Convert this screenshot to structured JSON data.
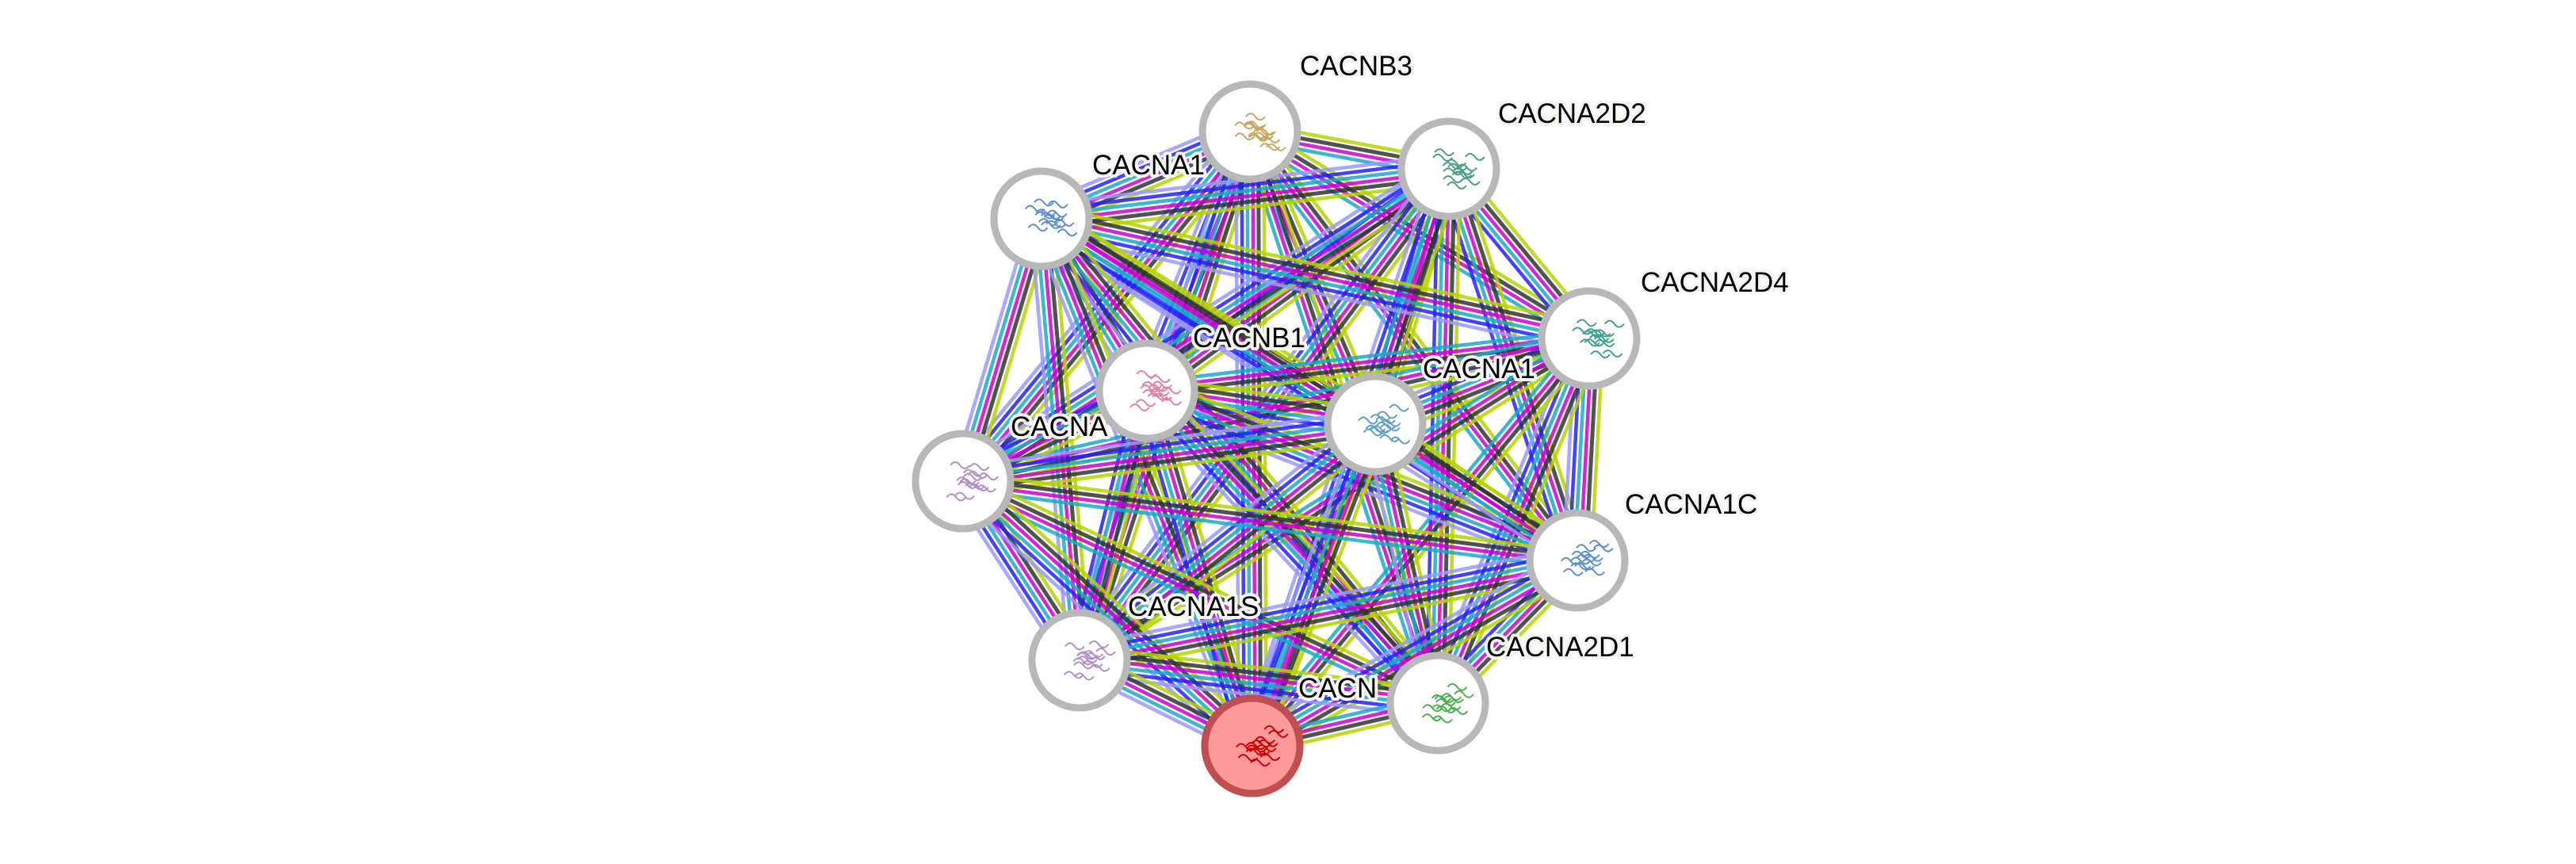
{
  "network": {
    "query_protein": "CACN",
    "nodes": [
      {
        "id": "CACNB3",
        "label": "CACNB3",
        "glyph_color": "#c8a860",
        "query": false
      },
      {
        "id": "CACNA2D2",
        "label": "CACNA2D2",
        "glyph_color": "#4aa080",
        "query": false
      },
      {
        "id": "CACNA1_tl",
        "label": "CACNA1",
        "glyph_color": "#5a8fd0",
        "query": false
      },
      {
        "id": "CACNA2D4",
        "label": "CACNA2D4",
        "glyph_color": "#40a090",
        "query": false
      },
      {
        "id": "CACNB1",
        "label": "CACNB1",
        "glyph_color": "#e080a8",
        "query": false
      },
      {
        "id": "CACNA1_c",
        "label": "CACNA1",
        "glyph_color": "#60a0c0",
        "query": false
      },
      {
        "id": "CACNA_l",
        "label": "CACNA",
        "glyph_color": "#b090c8",
        "query": false
      },
      {
        "id": "CACNA1C",
        "label": "CACNA1C",
        "glyph_color": "#5a8fd0",
        "query": false
      },
      {
        "id": "CACNA1S",
        "label": "CACNA1S",
        "glyph_color": "#b090c8",
        "query": false
      },
      {
        "id": "CACNA2D1",
        "label": "CACNA2D1",
        "glyph_color": "#50b050",
        "query": false
      },
      {
        "id": "CACN_q",
        "label": "CACN",
        "glyph_color": "#cc0000",
        "query": true
      }
    ],
    "edge_colors": {
      "textmining": "#b5d300",
      "coexpression": "#333333",
      "experiments": "#cc00cc",
      "databases": "#1ba9c9",
      "cooccurrence": "#2222ff",
      "homology": "#9999ff"
    },
    "node_colors": {
      "ring": "#b8b8b8",
      "query_fill": "#ff9a9a",
      "query_ring": "#c05050"
    }
  }
}
